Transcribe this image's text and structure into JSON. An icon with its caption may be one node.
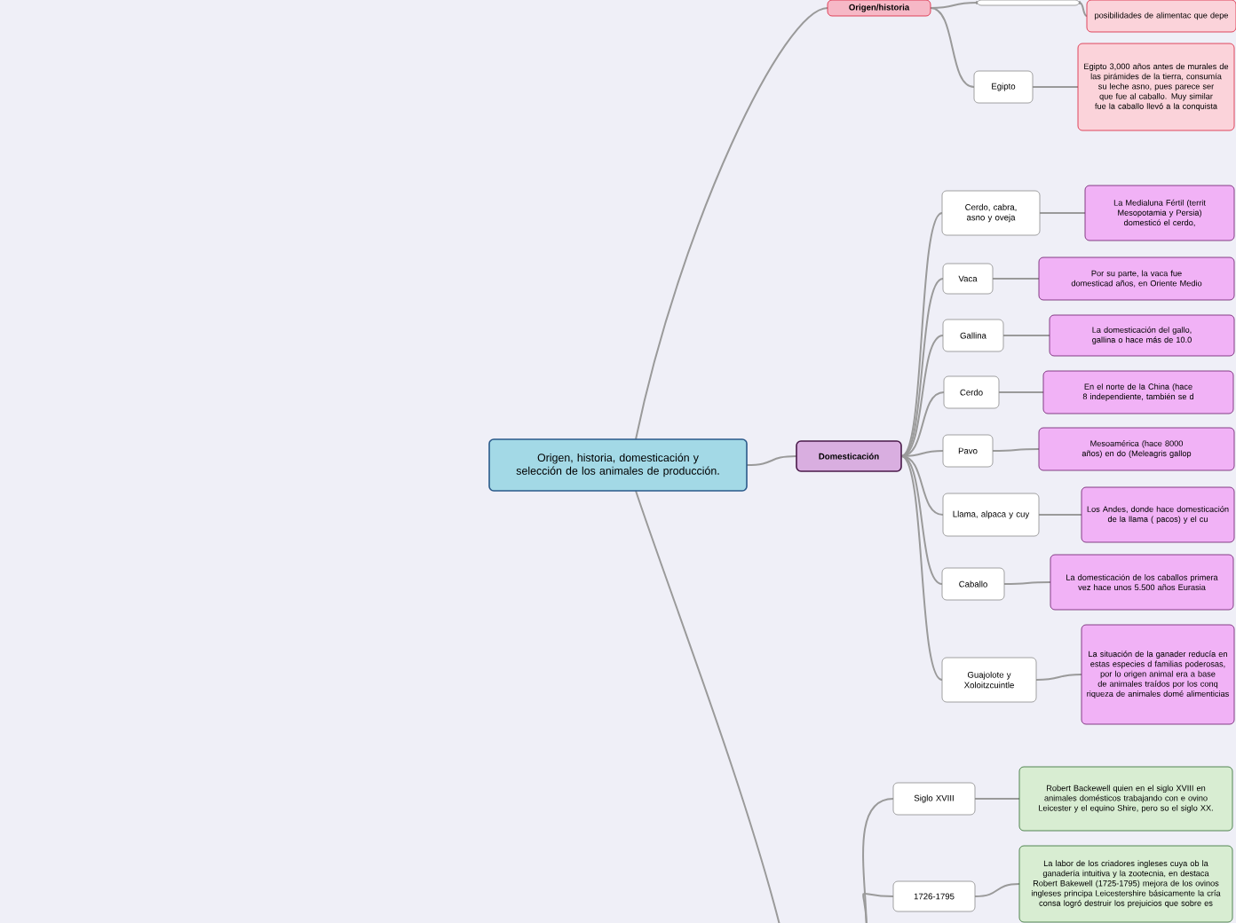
{
  "diagram": {
    "nodes": [
      {
        "text": [
          "Origen, historia, domesticación y selección de los animales de producción."
        ]
      },
      {
        "text": [
          "Origen/historia"
        ]
      },
      {
        "text": [],
        "shape": "box"
      },
      {
        "text": [
          "posibilidades de alimentac que depe"
        ]
      },
      {
        "text": [
          "Egipto"
        ]
      },
      {
        "text": [
          "Egipto 3,000 años antes de murales de las pirámides de la tierra, consumía su leche asno, pues parece ser que fue al caballo. Muy similar fue la caballo llevó a la conquista"
        ]
      },
      {
        "text": [
          "Domesticación"
        ]
      },
      {
        "text": [
          "Cerdo, cabra, asno y oveja"
        ]
      },
      {
        "text": [
          "La Medialuna Fértil (territ Mesopotamia y Persia) domesticó el cerdo,"
        ]
      },
      {
        "text": [
          "Vaca"
        ]
      },
      {
        "text": [
          "Por su parte, la vaca fue domesticad años, en Oriente Medio"
        ]
      },
      {
        "text": [
          "Gallina"
        ]
      },
      {
        "text": [
          "La domesticación del gallo, gallina o hace más de 10.0"
        ]
      },
      {
        "text": [
          "Cerdo"
        ]
      },
      {
        "text": [
          "En el norte de la China (hace 8 independiente, también se d"
        ]
      },
      {
        "text": [
          "Pavo"
        ]
      },
      {
        "text": [
          "Mesoamérica (hace 8000 años) en do (Meleagris gallop"
        ]
      },
      {
        "text": [
          "Llama, alpaca y cuy"
        ]
      },
      {
        "text": [
          "Los Andes, donde hace domesticación de la llama ( pacos) y el cu"
        ]
      },
      {
        "text": [
          "Caballo"
        ]
      },
      {
        "text": [
          "La domesticación de los caballos primera vez hace unos 5.500 años Eurasia"
        ]
      },
      {
        "text": [
          "Guajolote y Xoloitzcuintle"
        ]
      },
      {
        "text": [
          "La situación de la ganader reducía en estas especies d familias poderosas, por lo origen animal era a base de animales traídos por los conq riqueza de animales domé alimenticias"
        ]
      },
      {
        "text": [
          "Siglo XVIII"
        ]
      },
      {
        "text": [
          "Robert Backewell quien en el siglo XVIII en animales domésticos trabajando con e ovino Leicester y el equino Shire, pero so el siglo XX."
        ]
      },
      {
        "text": [
          "1726-1795"
        ]
      },
      {
        "text": [
          "La labor de los criadores ingleses cuya ob la ganadería intuitiva y la zootecnia, en destaca Robert Bakewell (1725-1795) mejora de los ovinos ingleses principa Leicestershire básicamente la cría consa logró destruir los prejuicios que sobre es"
        ]
      }
    ],
    "edges": [
      {
        "from": 0,
        "to": 1,
        "arrow": "none"
      },
      {
        "from": 0,
        "to": 6,
        "arrow": "none"
      },
      {
        "from": 0,
        "to": null,
        "arrow": "none"
      },
      {
        "from": 1,
        "to": 2,
        "arrow": "none"
      },
      {
        "from": 1,
        "to": 4,
        "arrow": "none"
      },
      {
        "from": 2,
        "to": 3,
        "arrow": "none"
      },
      {
        "from": 4,
        "to": 5,
        "arrow": "none"
      },
      {
        "from": 6,
        "to": 7,
        "arrow": "none"
      },
      {
        "from": 6,
        "to": 9,
        "arrow": "none"
      },
      {
        "from": 6,
        "to": 11,
        "arrow": "none"
      },
      {
        "from": 6,
        "to": 13,
        "arrow": "none"
      },
      {
        "from": 6,
        "to": 15,
        "arrow": "none"
      },
      {
        "from": 6,
        "to": 17,
        "arrow": "none"
      },
      {
        "from": 6,
        "to": 19,
        "arrow": "none"
      },
      {
        "from": 6,
        "to": 21,
        "arrow": "none"
      },
      {
        "from": 7,
        "to": 8,
        "arrow": "none"
      },
      {
        "from": 9,
        "to": 10,
        "arrow": "none"
      },
      {
        "from": 11,
        "to": 12,
        "arrow": "none"
      },
      {
        "from": 13,
        "to": 14,
        "arrow": "none"
      },
      {
        "from": 15,
        "to": 16,
        "arrow": "none"
      },
      {
        "from": 17,
        "to": 18,
        "arrow": "none"
      },
      {
        "from": 19,
        "to": 20,
        "arrow": "none"
      },
      {
        "from": 21,
        "to": 22,
        "arrow": "none"
      },
      {
        "from": null,
        "to": 23,
        "arrow": "none"
      },
      {
        "from": null,
        "to": 25,
        "arrow": "none"
      },
      {
        "from": 23,
        "to": 24,
        "arrow": "none"
      },
      {
        "from": 25,
        "to": 26,
        "arrow": "none"
      }
    ]
  }
}
